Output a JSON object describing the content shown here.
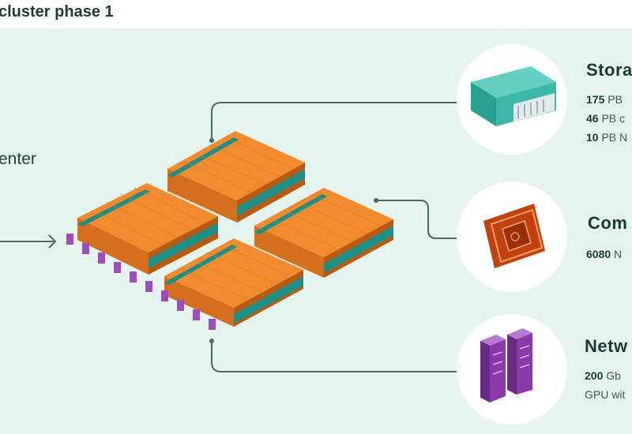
{
  "title": "cluster phase 1",
  "datacenter_label": "enter",
  "colors": {
    "background": "#e6f4ef",
    "server_orange": "#f28a2e",
    "rack_teal": "#1f8f86",
    "storage_teal": "#3cb7a8",
    "network_purple": "#8a3aa8",
    "line": "#486a63"
  },
  "sections": {
    "storage": {
      "title": "Stora",
      "icon": "storage-server-icon",
      "lines": [
        {
          "value": "175",
          "text": "PB"
        },
        {
          "value": "46",
          "text": "PB c"
        },
        {
          "value": "10",
          "text": "PB N"
        }
      ]
    },
    "compute": {
      "title": "Com",
      "icon": "gpu-chip-icon",
      "lines": [
        {
          "value": "6080",
          "text": "N"
        }
      ]
    },
    "network": {
      "title": "Netw",
      "icon": "network-switch-icon",
      "lines": [
        {
          "value": "200",
          "text": "Gb"
        },
        {
          "value": "",
          "text": "GPU wit"
        }
      ]
    }
  }
}
